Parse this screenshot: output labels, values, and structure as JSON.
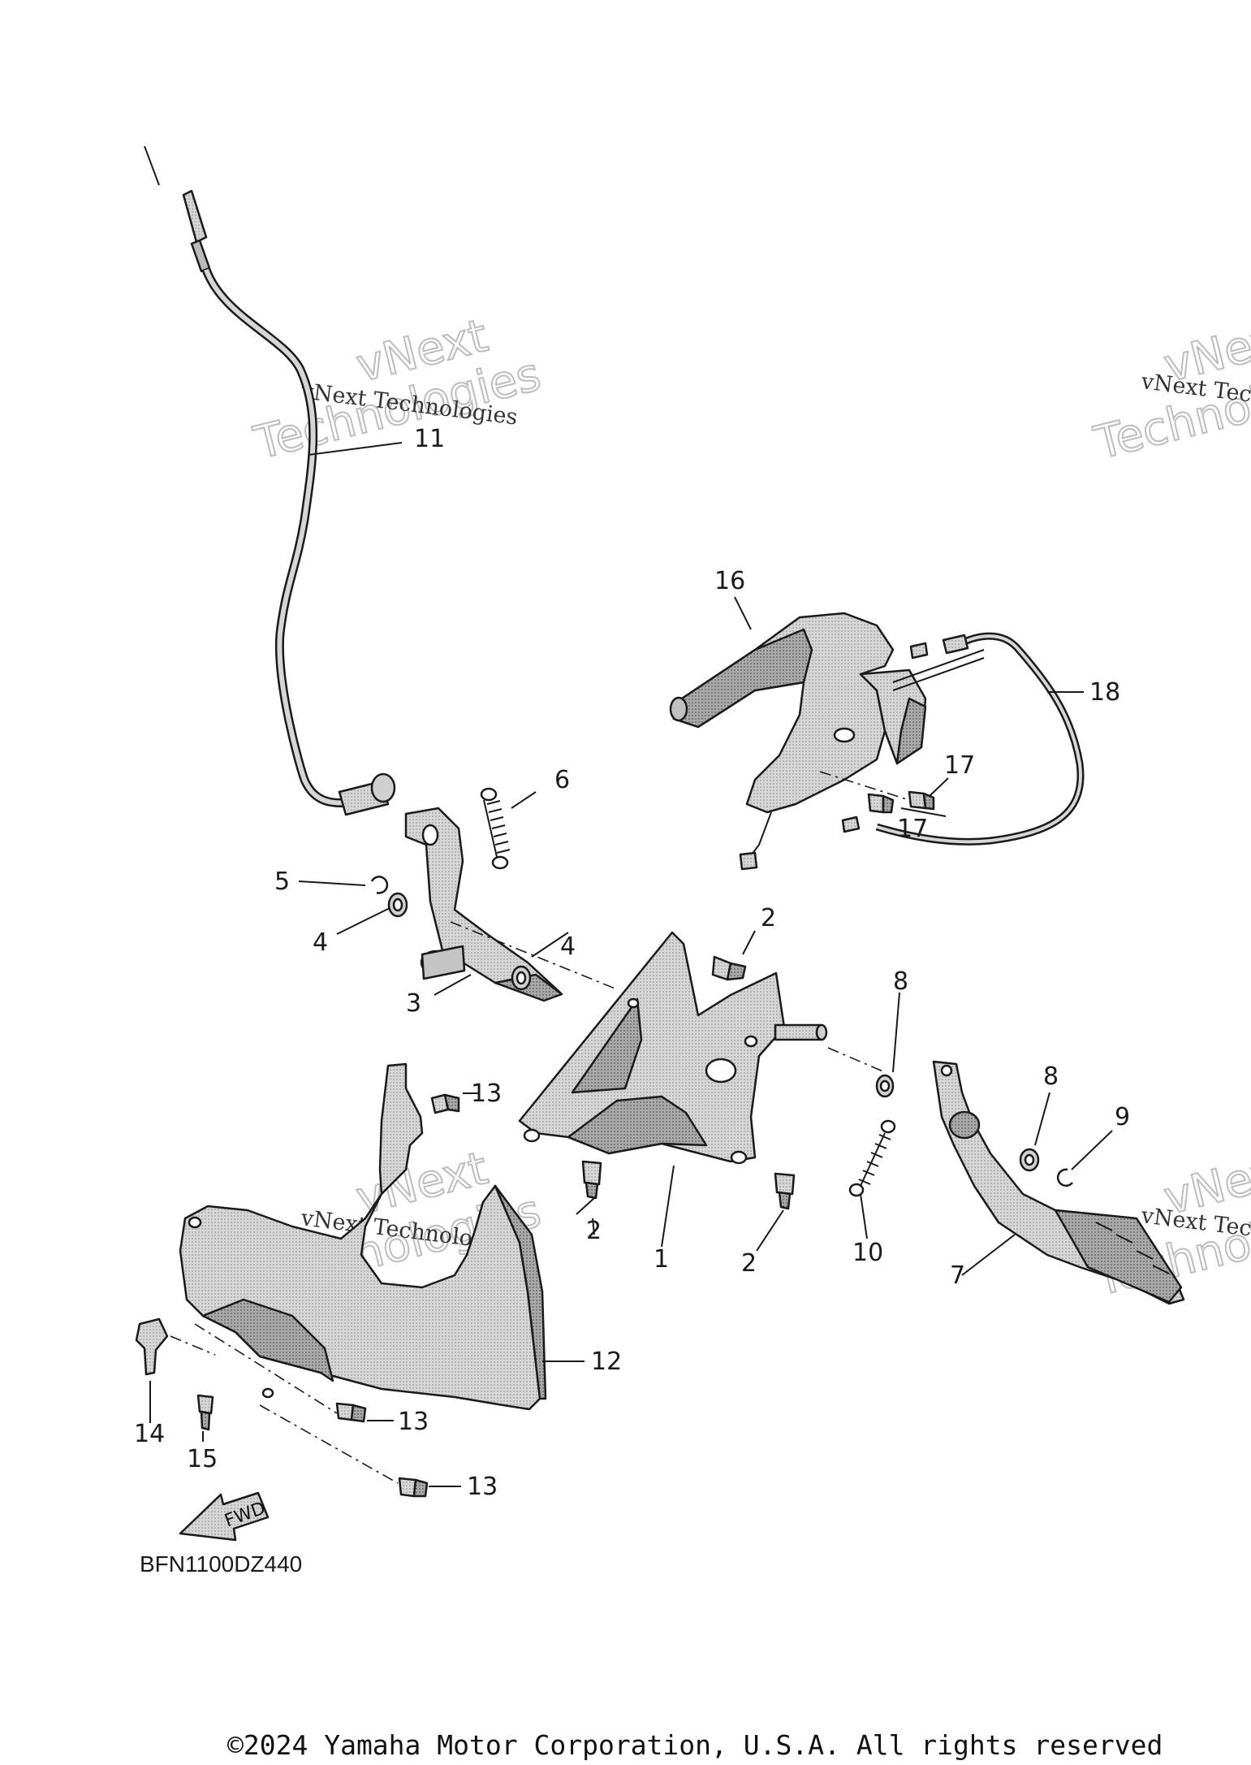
{
  "diagram": {
    "code": "BFN1100DZ440",
    "copyright": "©2024 Yamaha Motor Corporation, U.S.A. All rights reserved",
    "fwd_arrow_label": "FWD",
    "watermark_small": "vNext Technologies",
    "watermark_big_1": "vNext",
    "watermark_big_2": "Technologies",
    "part_fill": "#d6d6d6",
    "part_dark": "#9a9a9a",
    "callouts": [
      "1",
      "2",
      "2",
      "2",
      "3",
      "4",
      "4",
      "5",
      "6",
      "7",
      "8",
      "8",
      "9",
      "10",
      "11",
      "12",
      "13",
      "13",
      "13",
      "14",
      "15",
      "16",
      "17",
      "17",
      "18"
    ]
  }
}
